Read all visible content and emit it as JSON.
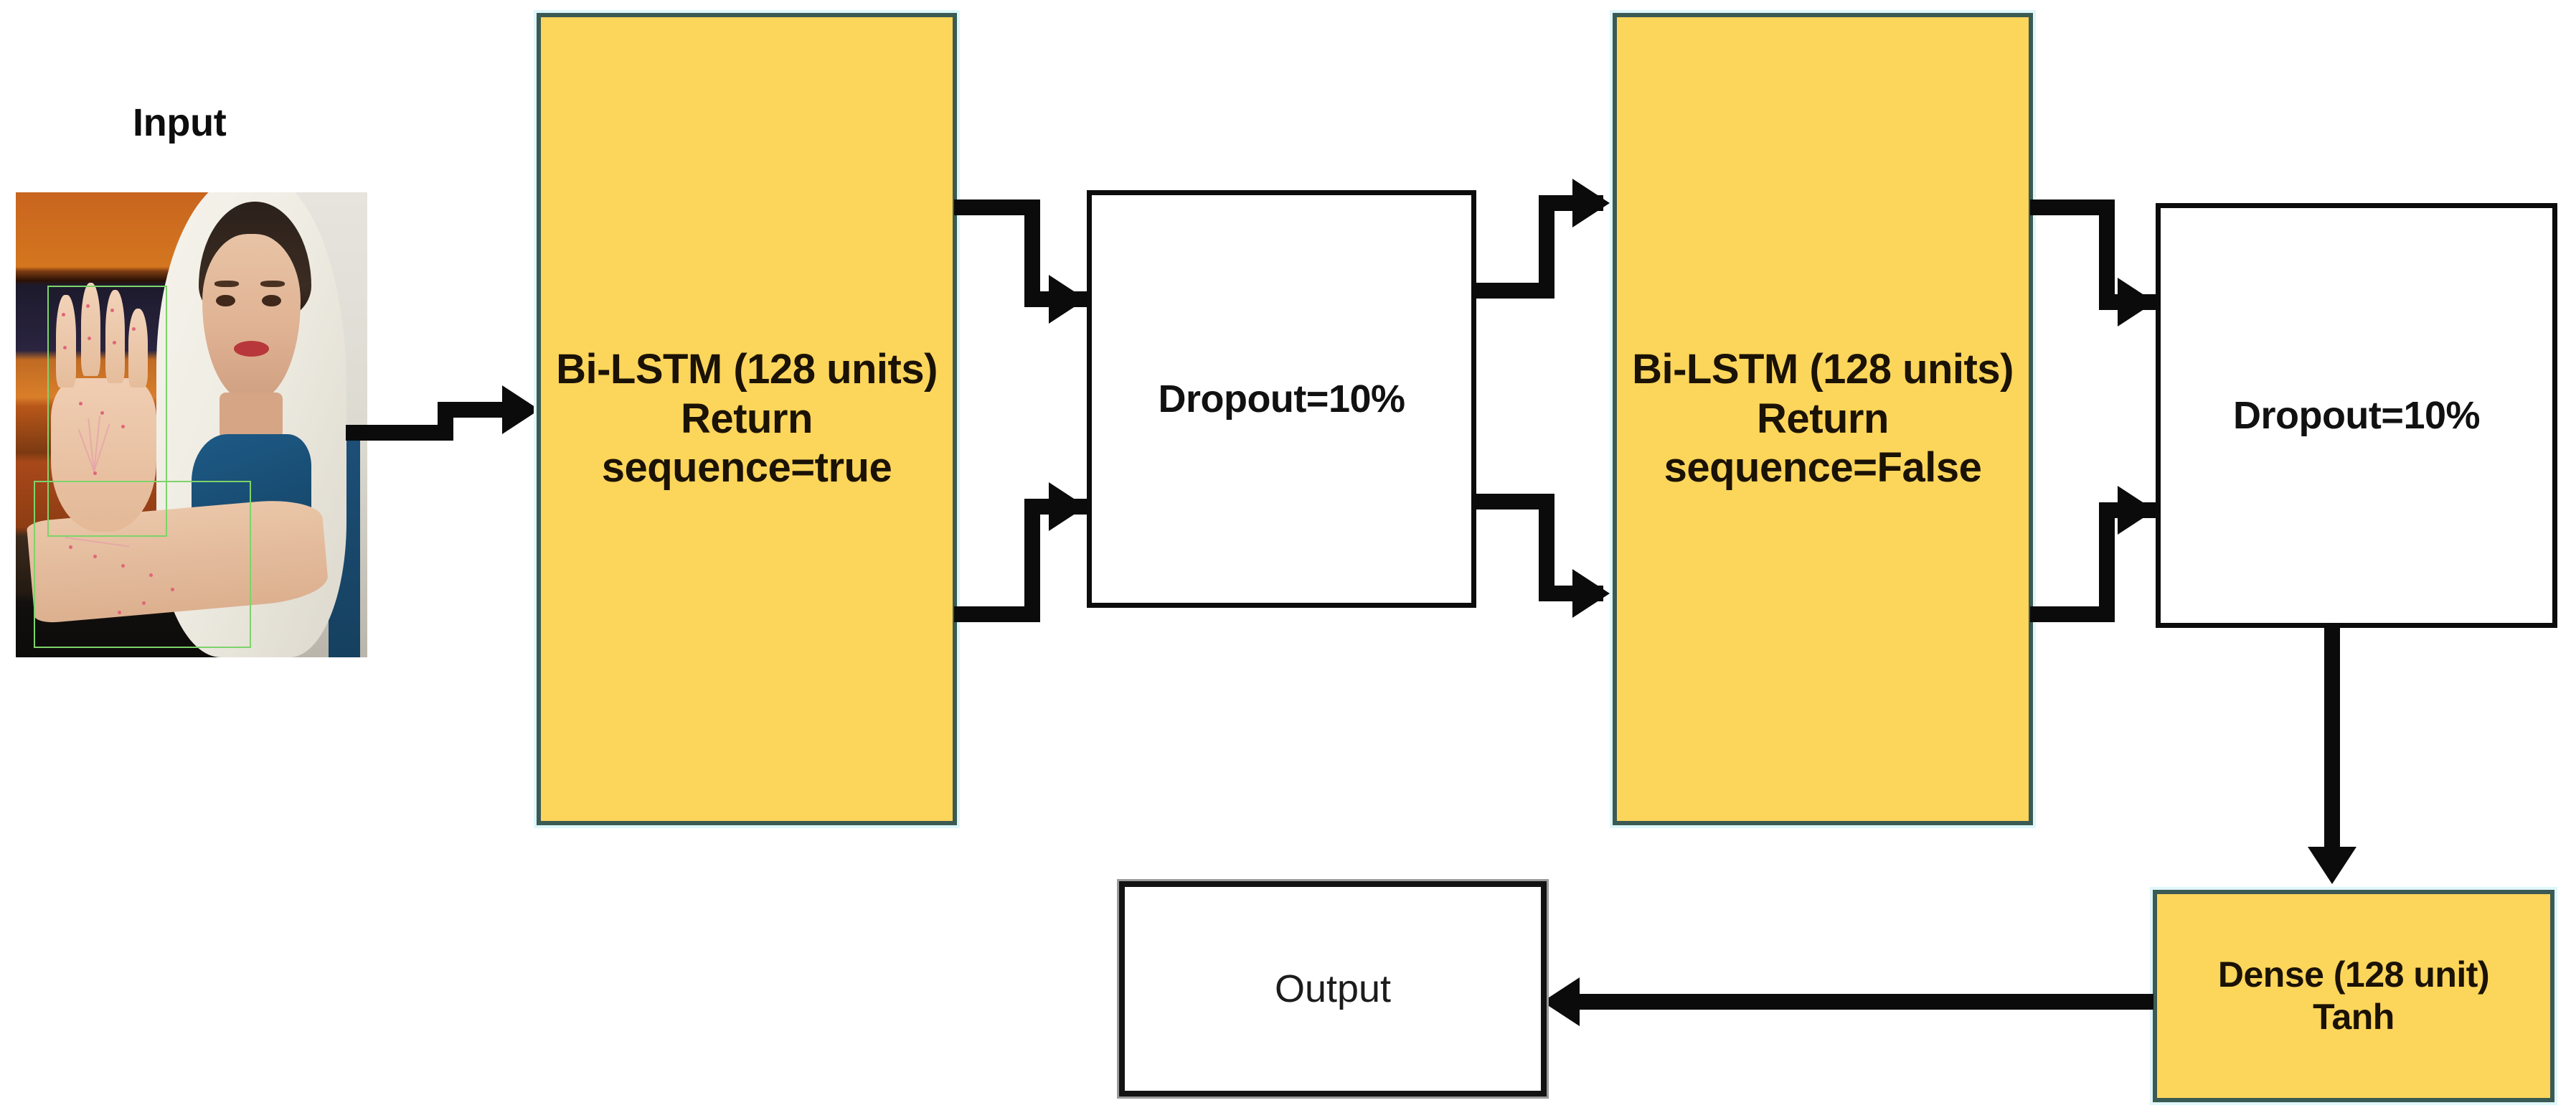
{
  "diagram": {
    "title": "Bi-LSTM sign language recognition model architecture",
    "background_color": "#ffffff"
  },
  "colors": {
    "layer_fill": "#FCD55B",
    "layer_border": "#3C5A54",
    "box_border": "#0C0C0C",
    "arrow": "#0B0B0B",
    "landmark_box": "#7DD46A",
    "landmark_point": "#E0657A"
  },
  "nodes": {
    "input_caption": {
      "label": "Input"
    },
    "input_image": {
      "alt": "Webcam frame of a woman performing a sign gesture with hand landmark detection overlay"
    },
    "lstm1": {
      "label": "Bi-LSTM (128 units)\nReturn\nsequence=true",
      "type": "Bi-LSTM",
      "units": "128",
      "return_sequence": "true"
    },
    "dropout1": {
      "label": "Dropout=10%",
      "type": "Dropout",
      "rate": "10%"
    },
    "lstm2": {
      "label": "Bi-LSTM (128 units)\nReturn\nsequence=False",
      "type": "Bi-LSTM",
      "units": "128",
      "return_sequence": "False"
    },
    "dropout2": {
      "label": "Dropout=10%",
      "type": "Dropout",
      "rate": "10%"
    },
    "dense": {
      "label": "Dense (128 unit)\nTanh",
      "type": "Dense",
      "units": "128",
      "activation": "Tanh"
    },
    "output": {
      "label": "Output"
    }
  },
  "edges": [
    {
      "from": "input_image",
      "to": "lstm1",
      "style": "step-right"
    },
    {
      "from": "lstm1",
      "to": "dropout1",
      "style": "elbow-down-right",
      "branch": "top"
    },
    {
      "from": "lstm1",
      "to": "dropout1",
      "style": "elbow-up-right",
      "branch": "bottom"
    },
    {
      "from": "dropout1",
      "to": "lstm2",
      "style": "elbow-up-right",
      "branch": "top"
    },
    {
      "from": "dropout1",
      "to": "lstm2",
      "style": "elbow-down-right",
      "branch": "bottom"
    },
    {
      "from": "lstm2",
      "to": "dropout2",
      "style": "elbow-down-right",
      "branch": "top"
    },
    {
      "from": "lstm2",
      "to": "dropout2",
      "style": "elbow-up-right",
      "branch": "bottom"
    },
    {
      "from": "dropout2",
      "to": "dense",
      "style": "straight-down"
    },
    {
      "from": "dense",
      "to": "output",
      "style": "straight-left"
    }
  ]
}
